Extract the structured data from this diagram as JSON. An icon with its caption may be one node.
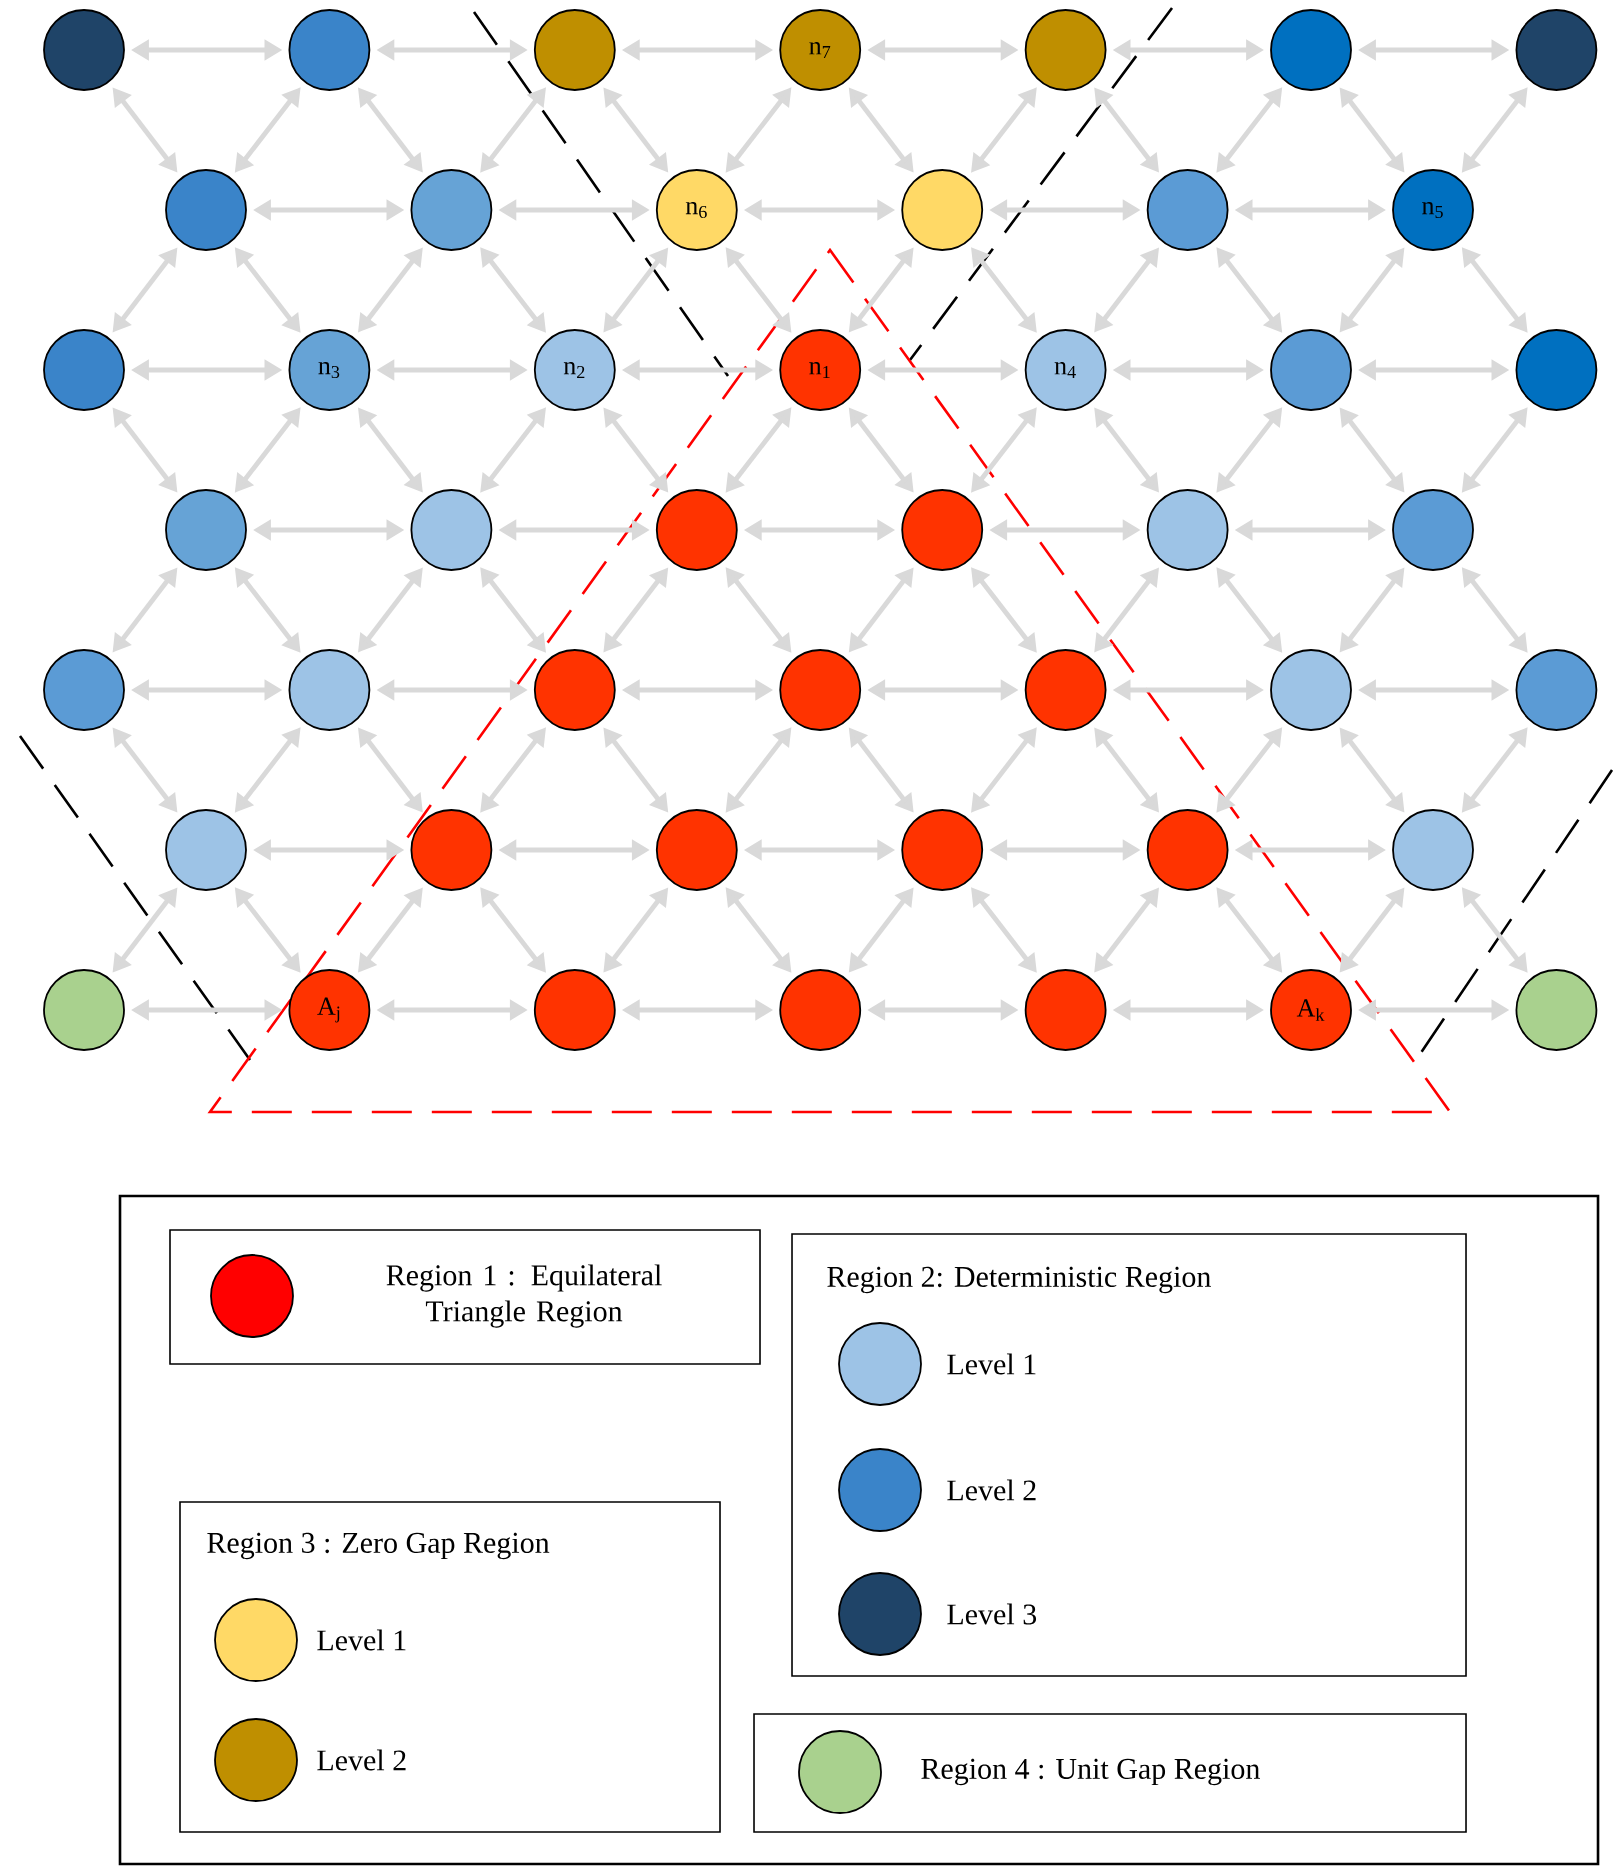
{
  "diagram": {
    "nodes": [
      {
        "text": [],
        "shape": "circle"
      },
      {
        "text": [],
        "shape": "circle"
      },
      {
        "text": [],
        "shape": "circle"
      },
      {
        "text": [
          "n$_{7}$"
        ]
      },
      {
        "text": [],
        "shape": "circle"
      },
      {
        "text": [],
        "shape": "circle"
      },
      {
        "text": [],
        "shape": "circle"
      },
      {
        "text": [],
        "shape": "circle"
      },
      {
        "text": [],
        "shape": "circle"
      },
      {
        "text": [
          "n$_{6}$"
        ]
      },
      {
        "text": [],
        "shape": "circle"
      },
      {
        "text": [],
        "shape": "circle"
      },
      {
        "text": [
          "n$_{5}$"
        ]
      },
      {
        "text": [],
        "shape": "circle"
      },
      {
        "text": [
          "n$_{3}$"
        ]
      },
      {
        "text": [
          "n$_{2}$"
        ]
      },
      {
        "text": [
          "n$_{1}$"
        ]
      },
      {
        "text": [
          "n$_{4}$"
        ]
      },
      {
        "text": [],
        "shape": "circle"
      },
      {
        "text": [],
        "shape": "circle"
      },
      {
        "text": [],
        "shape": "circle"
      },
      {
        "text": [],
        "shape": "circle"
      },
      {
        "text": [],
        "shape": "circle"
      },
      {
        "text": [],
        "shape": "circle"
      },
      {
        "text": [],
        "shape": "circle"
      },
      {
        "text": [],
        "shape": "circle"
      },
      {
        "text": [],
        "shape": "circle"
      },
      {
        "text": [],
        "shape": "circle"
      },
      {
        "text": [],
        "shape": "circle"
      },
      {
        "text": [],
        "shape": "circle"
      },
      {
        "text": [],
        "shape": "circle"
      },
      {
        "text": [],
        "shape": "circle"
      },
      {
        "text": [],
        "shape": "circle"
      },
      {
        "text": [],
        "shape": "circle"
      },
      {
        "text": [],
        "shape": "circle"
      },
      {
        "text": [],
        "shape": "circle"
      },
      {
        "text": [],
        "shape": "circle"
      },
      {
        "text": [],
        "shape": "circle"
      },
      {
        "text": [],
        "shape": "circle"
      },
      {
        "text": [],
        "shape": "circle"
      },
      {
        "text": [
          "A$_{j}$"
        ]
      },
      {
        "text": [],
        "shape": "circle"
      },
      {
        "text": [],
        "shape": "circle"
      },
      {
        "text": [],
        "shape": "circle"
      },
      {
        "text": [
          "A$_{k}$"
        ]
      },
      {
        "text": [],
        "shape": "circle"
      }
    ],
    "edges": [
      {
        "from": 0,
        "to": 1,
        "arrow": "both"
      },
      {
        "from": 1,
        "to": 2,
        "arrow": "both"
      },
      {
        "from": 2,
        "to": 3,
        "arrow": "both"
      },
      {
        "from": 3,
        "to": 4,
        "arrow": "both"
      },
      {
        "from": 4,
        "to": 5,
        "arrow": "both"
      },
      {
        "from": 5,
        "to": 6,
        "arrow": "both"
      },
      {
        "from": 7,
        "to": 8,
        "arrow": "both"
      },
      {
        "from": 8,
        "to": 9,
        "arrow": "both"
      },
      {
        "from": 9,
        "to": 10,
        "arrow": "both"
      },
      {
        "from": 10,
        "to": 11,
        "arrow": "both"
      },
      {
        "from": 11,
        "to": 12,
        "arrow": "both"
      },
      {
        "from": 13,
        "to": 14,
        "arrow": "both"
      },
      {
        "from": 14,
        "to": 15,
        "arrow": "both"
      },
      {
        "from": 15,
        "to": 16,
        "arrow": "both"
      },
      {
        "from": 16,
        "to": 17,
        "arrow": "both"
      },
      {
        "from": 17,
        "to": 18,
        "arrow": "both"
      },
      {
        "from": 18,
        "to": 19,
        "arrow": "both"
      },
      {
        "from": 20,
        "to": 21,
        "arrow": "both"
      },
      {
        "from": 21,
        "to": 22,
        "arrow": "both"
      },
      {
        "from": 22,
        "to": 23,
        "arrow": "both"
      },
      {
        "from": 23,
        "to": 24,
        "arrow": "both"
      },
      {
        "from": 24,
        "to": 25,
        "arrow": "both"
      },
      {
        "from": 26,
        "to": 27,
        "arrow": "both"
      },
      {
        "from": 27,
        "to": 28,
        "arrow": "both"
      },
      {
        "from": 28,
        "to": 29,
        "arrow": "both"
      },
      {
        "from": 29,
        "to": 30,
        "arrow": "both"
      },
      {
        "from": 30,
        "to": 31,
        "arrow": "both"
      },
      {
        "from": 31,
        "to": 32,
        "arrow": "both"
      },
      {
        "from": 33,
        "to": 34,
        "arrow": "both"
      },
      {
        "from": 34,
        "to": 35,
        "arrow": "both"
      },
      {
        "from": 35,
        "to": 36,
        "arrow": "both"
      },
      {
        "from": 36,
        "to": 37,
        "arrow": "both"
      },
      {
        "from": 37,
        "to": 38,
        "arrow": "both"
      },
      {
        "from": 39,
        "to": 40,
        "arrow": "both"
      },
      {
        "from": 40,
        "to": 41,
        "arrow": "both"
      },
      {
        "from": 41,
        "to": 42,
        "arrow": "both"
      },
      {
        "from": 42,
        "to": 43,
        "arrow": "both"
      },
      {
        "from": 43,
        "to": 44,
        "arrow": "both"
      },
      {
        "from": 44,
        "to": 45,
        "arrow": "both"
      },
      {
        "from": 0,
        "to": 7,
        "arrow": "both"
      },
      {
        "from": 1,
        "to": 7,
        "arrow": "both"
      },
      {
        "from": 1,
        "to": 8,
        "arrow": "both"
      },
      {
        "from": 2,
        "to": 8,
        "arrow": "both"
      },
      {
        "from": 2,
        "to": 9,
        "arrow": "both"
      },
      {
        "from": 3,
        "to": 9,
        "arrow": "both"
      },
      {
        "from": 3,
        "to": 10,
        "arrow": "both"
      },
      {
        "from": 4,
        "to": 10,
        "arrow": "both"
      },
      {
        "from": 4,
        "to": 11,
        "arrow": "both"
      },
      {
        "from": 5,
        "to": 11,
        "arrow": "both"
      },
      {
        "from": 5,
        "to": 12,
        "arrow": "both"
      },
      {
        "from": 6,
        "to": 12,
        "arrow": "both"
      },
      {
        "from": 7,
        "to": 13,
        "arrow": "both"
      },
      {
        "from": 7,
        "to": 14,
        "arrow": "both"
      },
      {
        "from": 8,
        "to": 14,
        "arrow": "both"
      },
      {
        "from": 8,
        "to": 15,
        "arrow": "both"
      },
      {
        "from": 9,
        "to": 15,
        "arrow": "both"
      },
      {
        "from": 9,
        "to": 16,
        "arrow": "both"
      },
      {
        "from": 10,
        "to": 16,
        "arrow": "both"
      },
      {
        "from": 10,
        "to": 17,
        "arrow": "both"
      },
      {
        "from": 11,
        "to": 17,
        "arrow": "both"
      },
      {
        "from": 11,
        "to": 18,
        "arrow": "both"
      },
      {
        "from": 12,
        "to": 18,
        "arrow": "both"
      },
      {
        "from": 12,
        "to": 19,
        "arrow": "both"
      },
      {
        "from": 13,
        "to": 20,
        "arrow": "both"
      },
      {
        "from": 14,
        "to": 20,
        "arrow": "both"
      },
      {
        "from": 14,
        "to": 21,
        "arrow": "both"
      },
      {
        "from": 15,
        "to": 21,
        "arrow": "both"
      },
      {
        "from": 15,
        "to": 22,
        "arrow": "both"
      },
      {
        "from": 16,
        "to": 22,
        "arrow": "both"
      },
      {
        "from": 16,
        "to": 23,
        "arrow": "both"
      },
      {
        "from": 17,
        "to": 23,
        "arrow": "both"
      },
      {
        "from": 17,
        "to": 24,
        "arrow": "both"
      },
      {
        "from": 18,
        "to": 24,
        "arrow": "both"
      },
      {
        "from": 18,
        "to": 25,
        "arrow": "both"
      },
      {
        "from": 19,
        "to": 25,
        "arrow": "both"
      },
      {
        "from": 20,
        "to": 26,
        "arrow": "both"
      },
      {
        "from": 20,
        "to": 27,
        "arrow": "both"
      },
      {
        "from": 21,
        "to": 27,
        "arrow": "both"
      },
      {
        "from": 21,
        "to": 28,
        "arrow": "both"
      },
      {
        "from": 22,
        "to": 28,
        "arrow": "both"
      },
      {
        "from": 22,
        "to": 29,
        "arrow": "both"
      },
      {
        "from": 23,
        "to": 29,
        "arrow": "both"
      },
      {
        "from": 23,
        "to": 30,
        "arrow": "both"
      },
      {
        "from": 24,
        "to": 30,
        "arrow": "both"
      },
      {
        "from": 24,
        "to": 31,
        "arrow": "both"
      },
      {
        "from": 25,
        "to": 31,
        "arrow": "both"
      },
      {
        "from": 25,
        "to": 32,
        "arrow": "both"
      },
      {
        "from": 26,
        "to": 33,
        "arrow": "both"
      },
      {
        "from": 27,
        "to": 33,
        "arrow": "both"
      },
      {
        "from": 27,
        "to": 34,
        "arrow": "both"
      },
      {
        "from": 28,
        "to": 34,
        "arrow": "both"
      },
      {
        "from": 28,
        "to": 35,
        "arrow": "both"
      },
      {
        "from": 29,
        "to": 35,
        "arrow": "both"
      },
      {
        "from": 29,
        "to": 36,
        "arrow": "both"
      },
      {
        "from": 30,
        "to": 36,
        "arrow": "both"
      },
      {
        "from": 30,
        "to": 37,
        "arrow": "both"
      },
      {
        "from": 31,
        "to": 37,
        "arrow": "both"
      },
      {
        "from": 31,
        "to": 38,
        "arrow": "both"
      },
      {
        "from": 32,
        "to": 38,
        "arrow": "both"
      },
      {
        "from": 33,
        "to": 39,
        "arrow": "both"
      },
      {
        "from": 33,
        "to": 40,
        "arrow": "both"
      },
      {
        "from": 34,
        "to": 40,
        "arrow": "both"
      },
      {
        "from": 34,
        "to": 41,
        "arrow": "both"
      },
      {
        "from": 35,
        "to": 41,
        "arrow": "both"
      },
      {
        "from": 35,
        "to": 42,
        "arrow": "both"
      },
      {
        "from": 36,
        "to": 42,
        "arrow": "both"
      },
      {
        "from": 36,
        "to": 43,
        "arrow": "both"
      },
      {
        "from": 37,
        "to": 43,
        "arrow": "both"
      },
      {
        "from": 37,
        "to": 44,
        "arrow": "both"
      },
      {
        "from": 38,
        "to": 44,
        "arrow": "both"
      },
      {
        "from": 38,
        "to": 45,
        "arrow": "both"
      }
    ],
    "labels": [
      "Region 2: Deterministic Region",
      "Region 3 : Zero Gap Region"
    ],
    "legend": [
      {
        "text": "Region 1 : Equilateral Triangle Region",
        "color": "#ff0000"
      },
      {
        "text": "Level 1",
        "color": "#9dc3e6"
      },
      {
        "text": "Level 2",
        "color": "#3a84c9"
      },
      {
        "text": "Level 3",
        "color": "#1f4468"
      },
      {
        "text": "Level 1",
        "color": "#ffd966"
      },
      {
        "text": "Level 2",
        "color": "#bf8f00"
      },
      {
        "text": "Region 4 : Unit Gap Region",
        "color": "#a9d18e"
      }
    ]
  }
}
